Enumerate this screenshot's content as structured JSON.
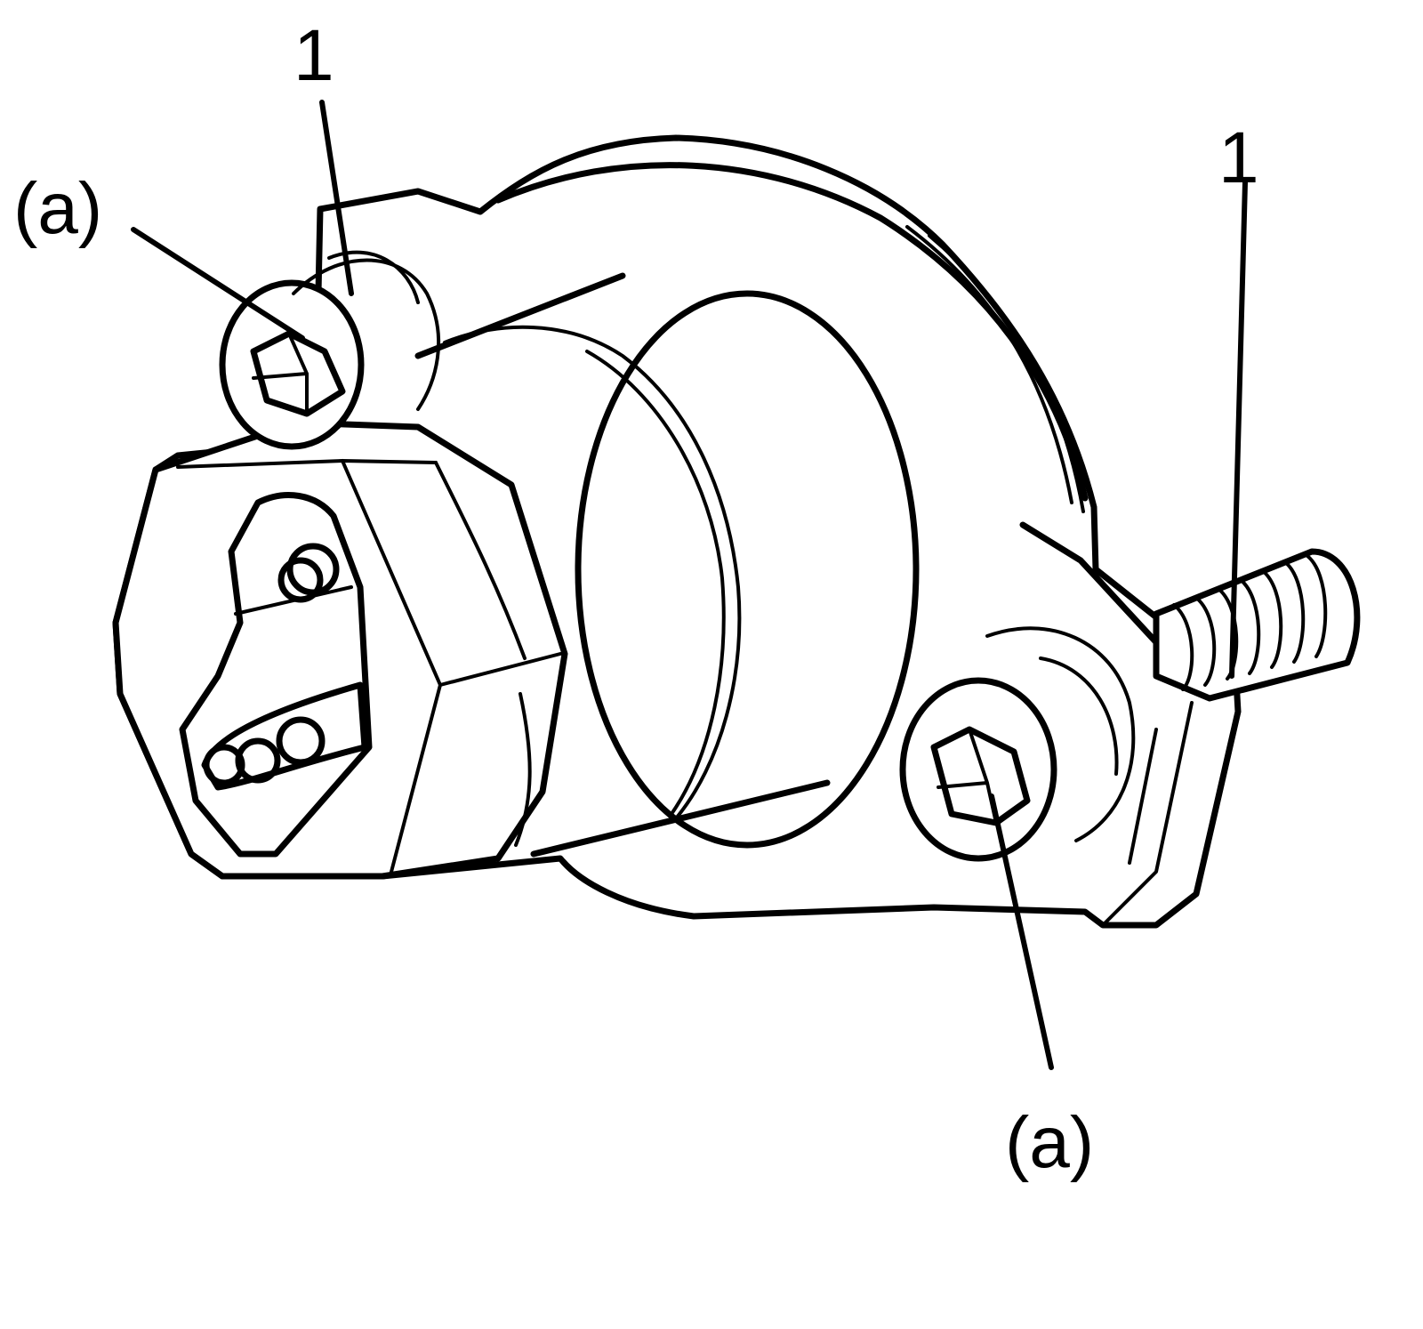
{
  "callouts": {
    "top_left_part_number": "1",
    "top_left_fastener": "(a)",
    "right_part_number": "1",
    "bottom_fastener": "(a)"
  },
  "colors": {
    "ink": "#000000",
    "paper": "#ffffff"
  }
}
